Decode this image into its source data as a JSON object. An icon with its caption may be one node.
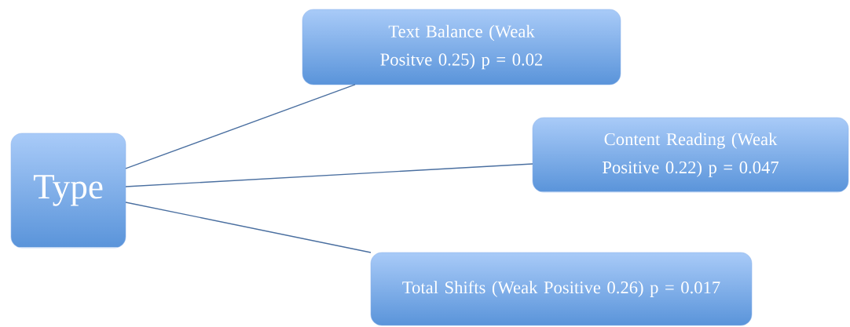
{
  "diagram": {
    "nodes": [
      {
        "text": [
          "Type"
        ]
      },
      {
        "text": [
          "Text Balance (Weak Positve 0.25) p = 0.02"
        ]
      },
      {
        "text": [
          "Content Reading (Weak Positive 0.22) p = 0.047"
        ]
      },
      {
        "text": [
          "Total Shifts (Weak Positive 0.26) p = 0.017"
        ]
      }
    ],
    "edges": [
      {
        "from": 0,
        "to": 1,
        "arrow": "none"
      },
      {
        "from": 0,
        "to": 2,
        "arrow": "none"
      },
      {
        "from": 0,
        "to": 3,
        "arrow": "none"
      }
    ]
  }
}
